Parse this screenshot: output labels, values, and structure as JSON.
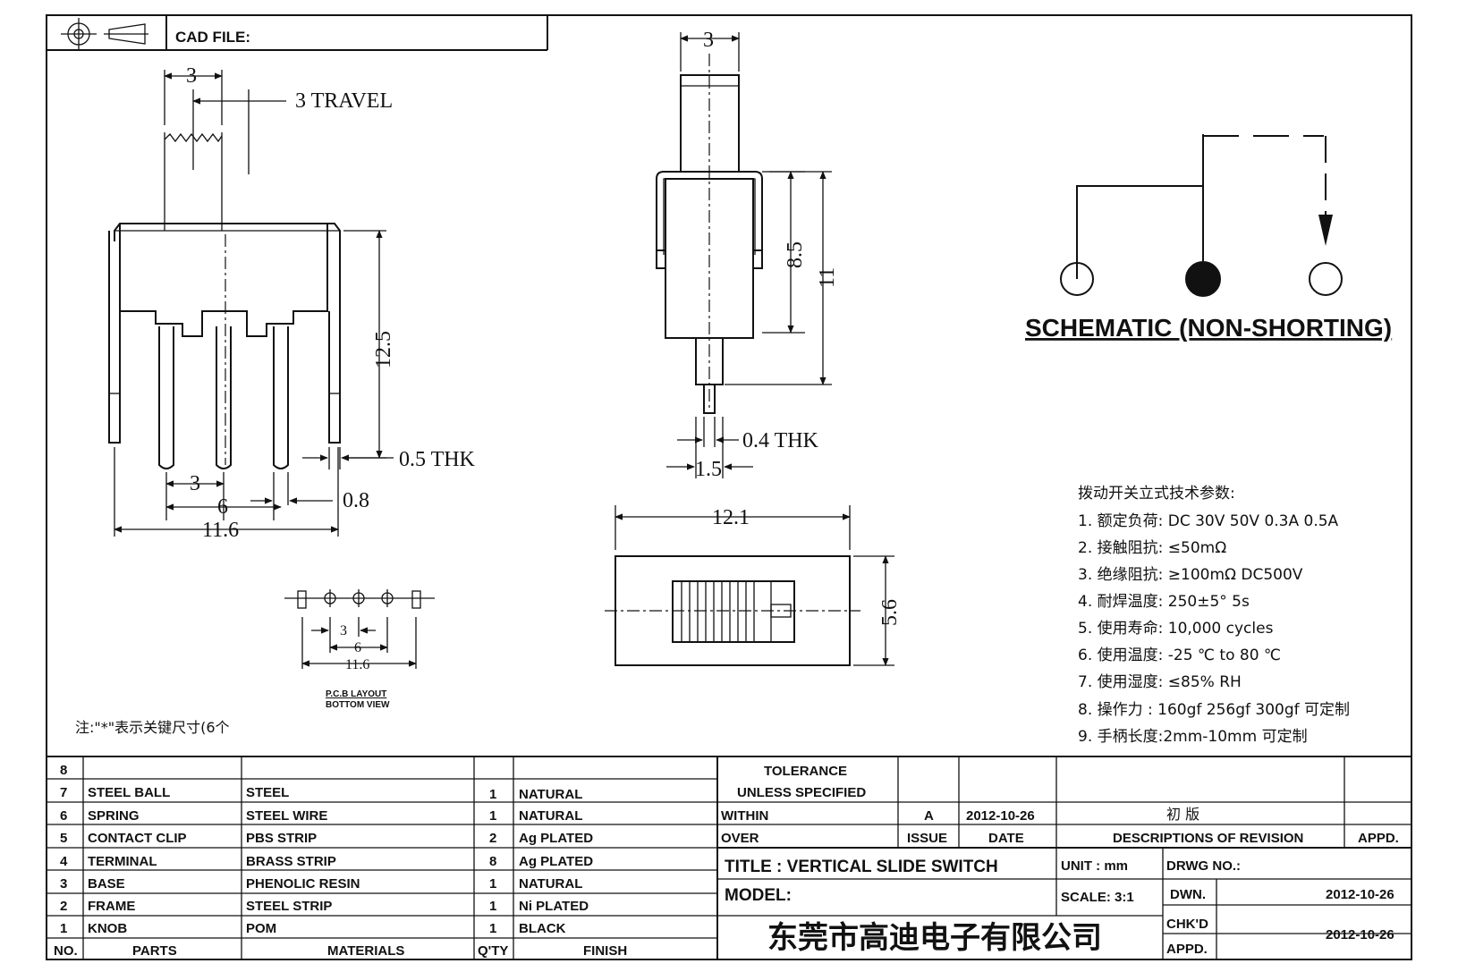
{
  "header": {
    "cad_file_label": "CAD FILE:",
    "projection_icon": "first-angle-projection-icon"
  },
  "dims": {
    "side": {
      "knob_w": "3",
      "travel": "3 TRAVEL",
      "height": "12.5",
      "thk": "0.5 THK",
      "pin_pitch": "3",
      "pin_w": "0.8",
      "pin_span": "6",
      "total_w": "11.6"
    },
    "front": {
      "knob_w": "3",
      "body_h": "8.5",
      "total_h": "11",
      "thk": "0.4 THK",
      "pin_w": "1.5"
    },
    "top": {
      "length": "12.1",
      "width": "5.6"
    },
    "pcb": {
      "pitch": "3",
      "span": "6",
      "total": "11.6",
      "caption_1": "P.C.B LAYOUT",
      "caption_2": "BOTTOM VIEW"
    }
  },
  "schematic": {
    "title": "SCHEMATIC (NON-SHORTING)"
  },
  "note": "注:\"*\"表示关键尺寸(6个",
  "specs": {
    "title": "拨动开关立式技术参数:",
    "items": [
      "1. 额定负荷: DC 30V    50V    0.3A    0.5A",
      "2. 接触阻抗: ≤50mΩ",
      "3. 绝缘阻抗: ≥100mΩ   DC500V",
      "4. 耐焊温度: 250±5°  5s",
      "5. 使用寿命: 10,000 cycles",
      "6. 使用温度: -25 ℃  to 80 ℃",
      "7. 使用湿度: ≤85% RH",
      "8. 操作力 : 160gf    256gf    300gf  可定制",
      "9. 手柄长度:2mm-10mm   可定制"
    ]
  },
  "bom": {
    "headers": [
      "NO.",
      "PARTS",
      "MATERIALS",
      "Q'TY",
      "FINISH"
    ],
    "rows": [
      {
        "no": "8",
        "part": "",
        "material": "",
        "qty": "",
        "finish": ""
      },
      {
        "no": "7",
        "part": "STEEL BALL",
        "material": "STEEL",
        "qty": "1",
        "finish": "NATURAL"
      },
      {
        "no": "6",
        "part": "SPRING",
        "material": "STEEL WIRE",
        "qty": "1",
        "finish": "NATURAL"
      },
      {
        "no": "5",
        "part": "CONTACT CLIP",
        "material": "PBS STRIP",
        "qty": "2",
        "finish": "Ag PLATED"
      },
      {
        "no": "4",
        "part": "TERMINAL",
        "material": "BRASS STRIP",
        "qty": "8",
        "finish": "Ag PLATED"
      },
      {
        "no": "3",
        "part": "BASE",
        "material": "PHENOLIC RESIN",
        "qty": "1",
        "finish": "NATURAL"
      },
      {
        "no": "2",
        "part": "FRAME",
        "material": "STEEL STRIP",
        "qty": "1",
        "finish": "Ni PLATED"
      },
      {
        "no": "1",
        "part": "KNOB",
        "material": "POM",
        "qty": "1",
        "finish": "BLACK"
      }
    ]
  },
  "title_block": {
    "tolerance": "TOLERANCE",
    "unless": "UNLESS  SPECIFIED",
    "within": "WITHIN",
    "over": "OVER",
    "rev_letter": "A",
    "rev_date": "2012-10-26",
    "rev_desc": "初  版",
    "issue_label": "ISSUE",
    "date_label": "DATE",
    "desc_label": "DESCRIPTIONS OF REVISION",
    "appd_label": "APPD.",
    "title": "TITLE :   VERTICAL  SLIDE  SWITCH",
    "unit": "UNIT :   mm",
    "drwg_no": "DRWG NO.:",
    "model": "MODEL:",
    "scale": "SCALE:  3:1",
    "dwn_label": "DWN.",
    "dwn_date": "2012-10-26",
    "chkd_label": "CHK'D",
    "chkd_date": "2012-10-26",
    "appd_row_label": "APPD.",
    "company": "东莞市高迪电子有限公司"
  }
}
